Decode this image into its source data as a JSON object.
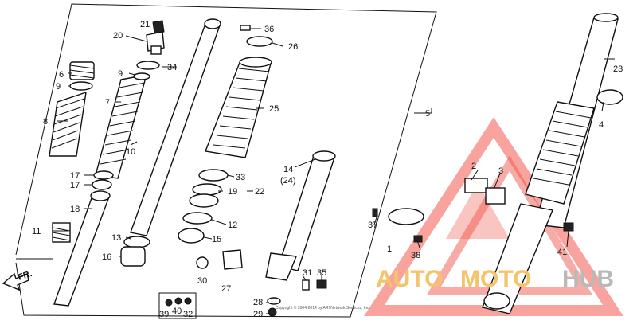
{
  "labels": {
    "l1": "1",
    "l2": "2",
    "l3": "3",
    "l4": "4",
    "l5": "5",
    "l6": "6",
    "l7": "7",
    "l8": "8",
    "l9a": "9",
    "l9b": "9",
    "l10": "10",
    "l11": "11",
    "l12": "12",
    "l13": "13",
    "l14": "14",
    "l14b": "(24)",
    "l15": "15",
    "l16": "16",
    "l17a": "17",
    "l17b": "17",
    "l18": "18",
    "l19": "19",
    "l20": "20",
    "l21": "21",
    "l22": "22",
    "l23": "23",
    "l25": "25",
    "l26": "26",
    "l27": "27",
    "l28": "28",
    "l29": "29",
    "l30": "30",
    "l31": "31",
    "l32": "32",
    "l33": "33",
    "l34": "34",
    "l35": "35",
    "l36": "36",
    "l37": "37",
    "l38": "38",
    "l39": "39",
    "l40": "40",
    "l41": "41",
    "lfr": "FR."
  },
  "copyright": "Copyright © 2004-2014 by ARI Network Services, Inc.",
  "watermark": {
    "auto": "AUTO",
    "moto": "MOTO",
    "hub": "HUB",
    "colors": {
      "red": "#ee3b2f",
      "yellow": "#f5c46a",
      "gray": "#b9b9b9"
    }
  }
}
